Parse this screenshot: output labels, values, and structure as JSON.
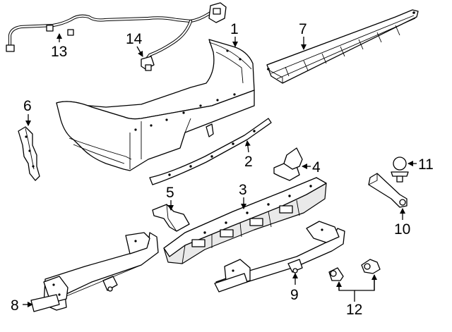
{
  "callouts": {
    "c1": "1",
    "c2": "2",
    "c3": "3",
    "c4": "4",
    "c5": "5",
    "c6": "6",
    "c7": "7",
    "c8": "8",
    "c9": "9",
    "c10": "10",
    "c11": "11",
    "c12": "12",
    "c13": "13",
    "c14": "14"
  },
  "colors": {
    "line": "#000000",
    "background": "#ffffff",
    "shading": "#e9e9e9"
  }
}
